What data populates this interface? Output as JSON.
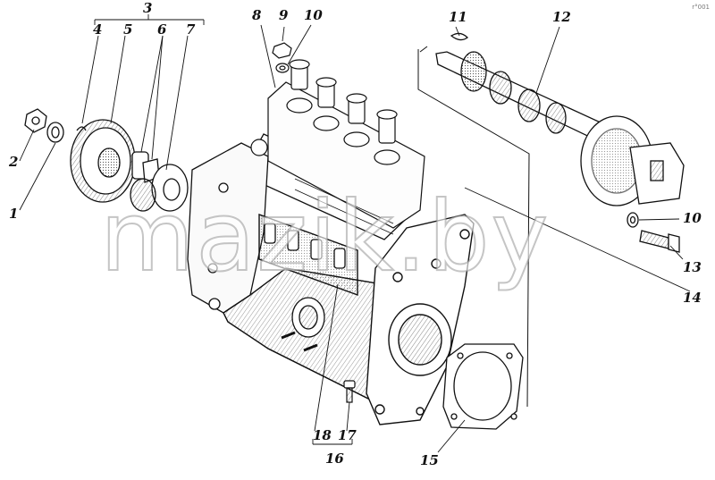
{
  "callouts": {
    "n1": "1",
    "n2": "2",
    "n3": "3",
    "n4": "4",
    "n5": "5",
    "n6": "6",
    "n7": "7",
    "n8": "8",
    "n9": "9",
    "n10_top": "10",
    "n10_right": "10",
    "n11": "11",
    "n12": "12",
    "n13": "13",
    "n14": "14",
    "n15": "15",
    "n16": "16",
    "n17": "17",
    "n18": "18"
  },
  "watermark": "mazik.by",
  "corner_mark": "r°001",
  "colors": {
    "ink": "#111111",
    "paper": "#ffffff",
    "hatch": "#8a8a8a"
  }
}
